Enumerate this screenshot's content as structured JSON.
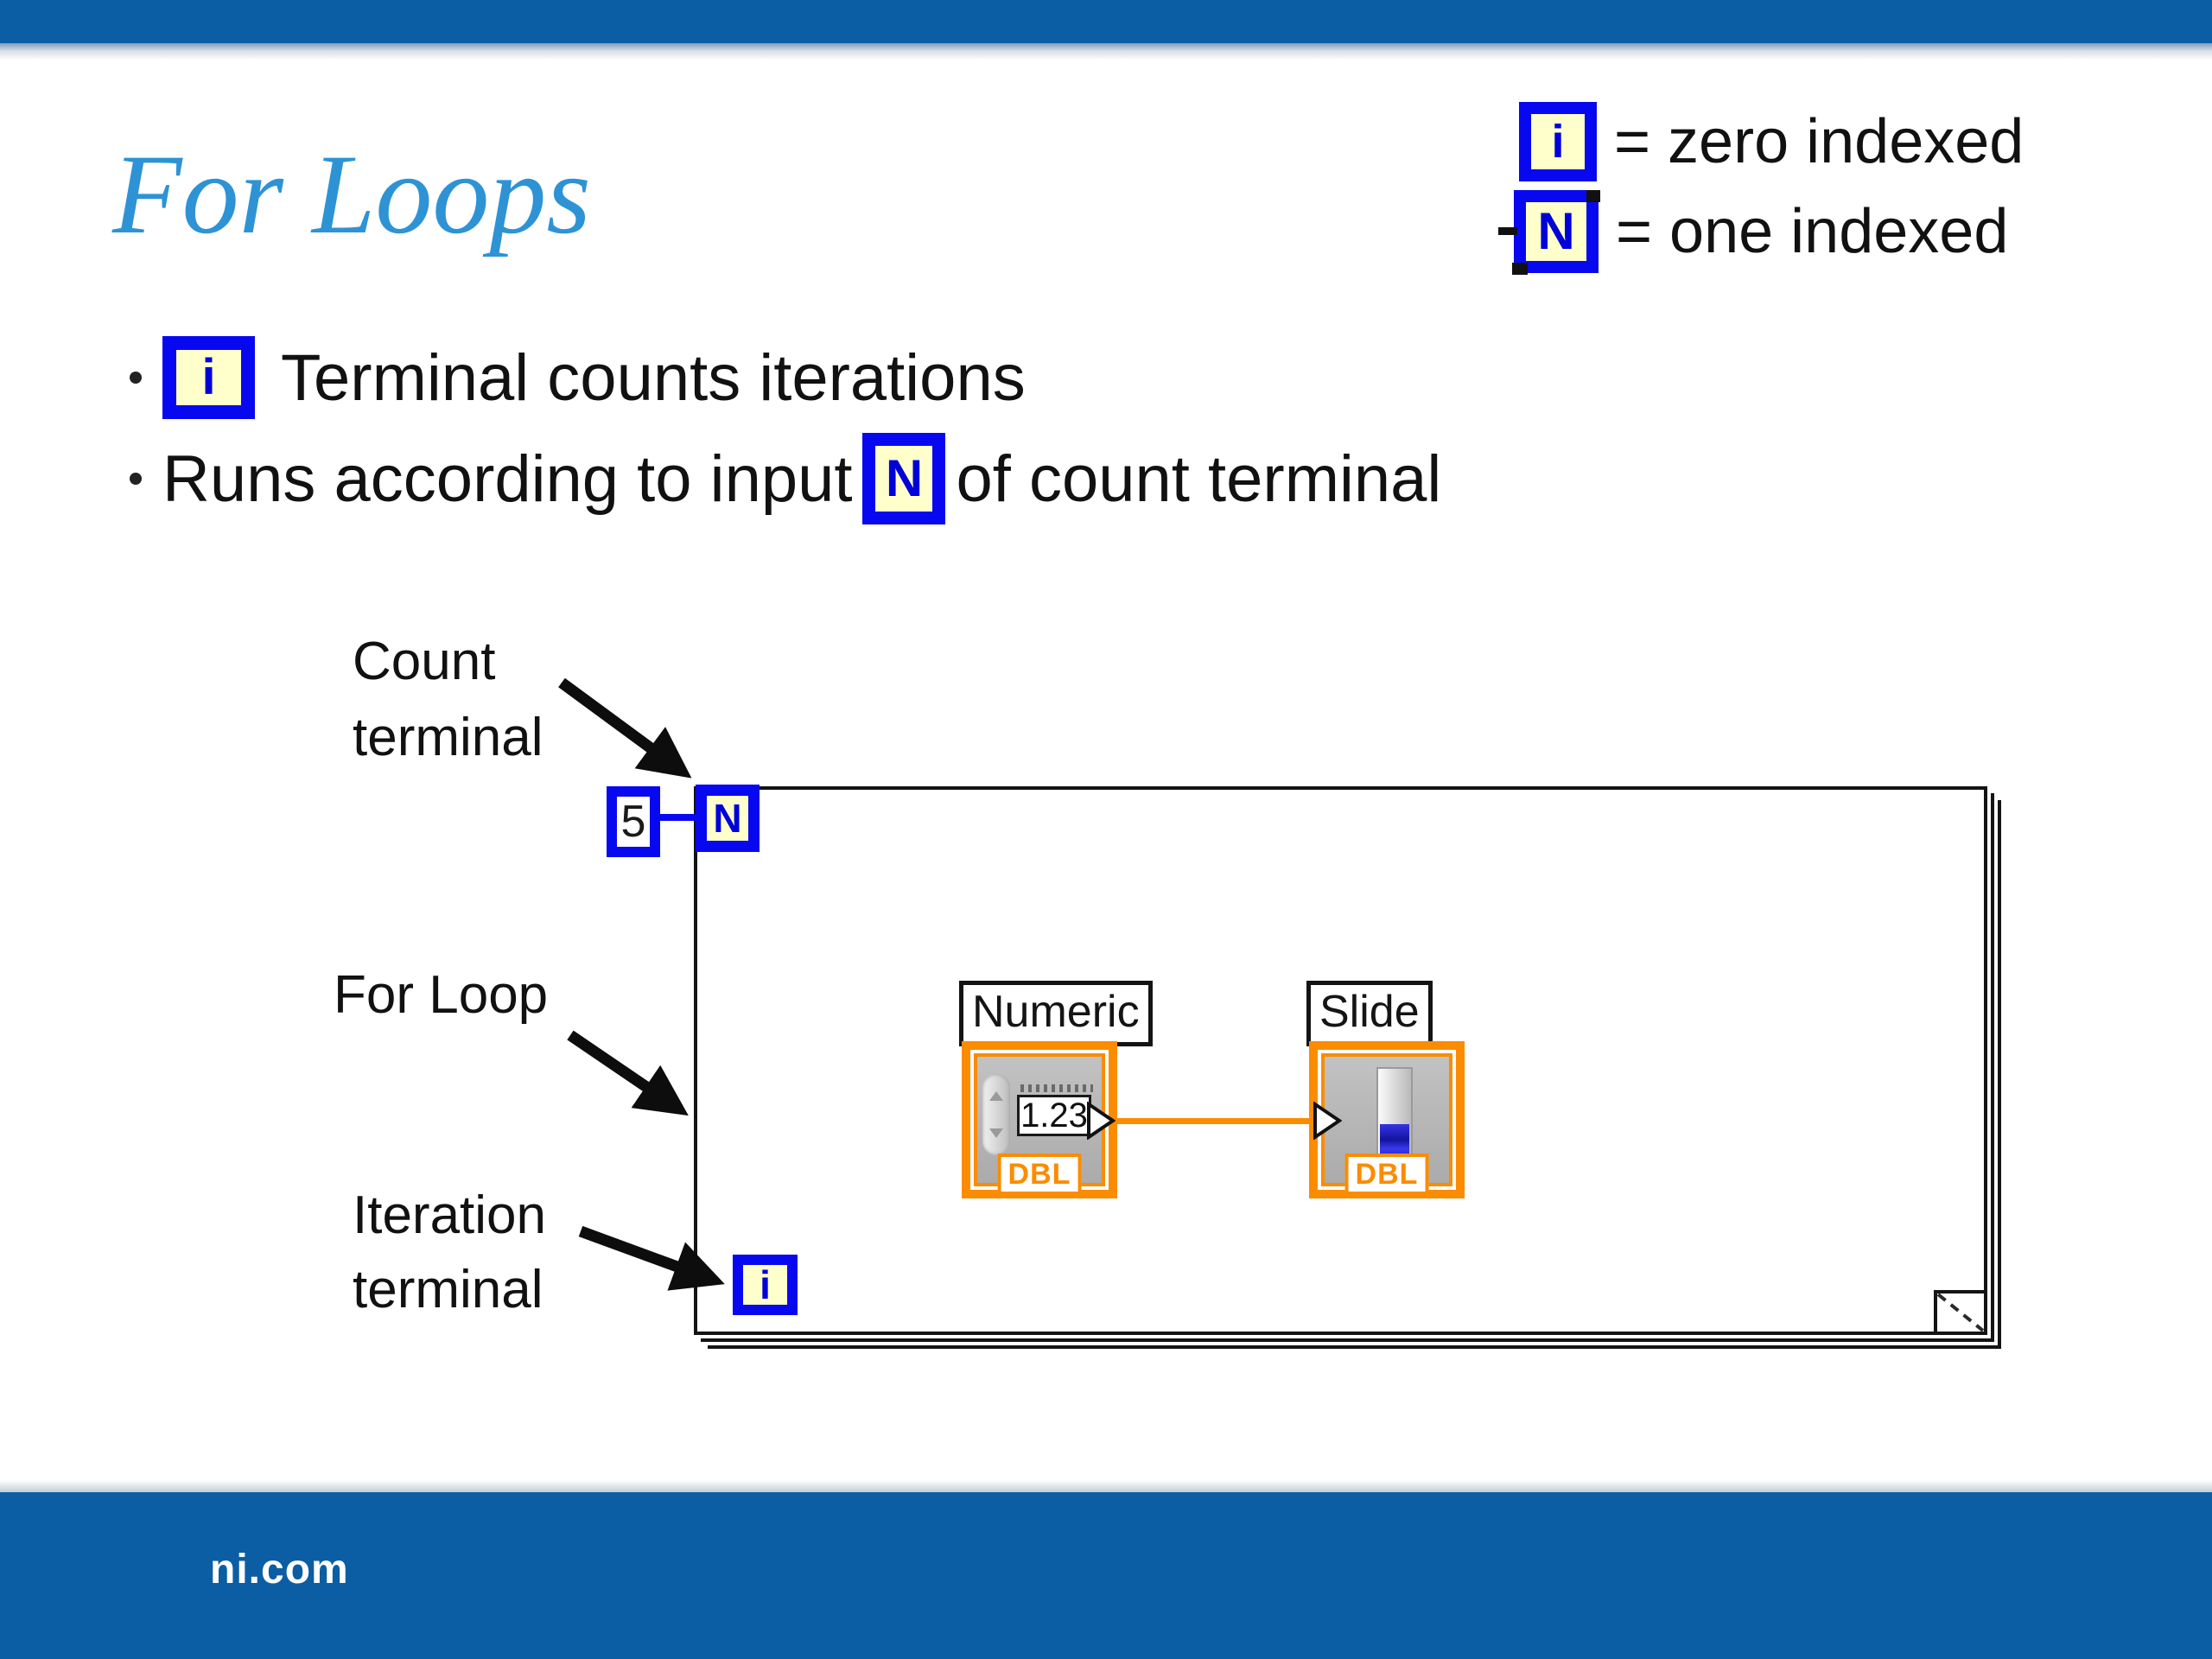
{
  "slide": {
    "title": "For Loops",
    "footer_brand": "ni.com"
  },
  "legend": [
    {
      "icon": "i",
      "text": "= zero indexed"
    },
    {
      "icon": "N",
      "text": "= one indexed"
    }
  ],
  "bullets": {
    "item1": {
      "icon": "i",
      "text": "Terminal counts iterations"
    },
    "item2": {
      "pre": "Runs according to input",
      "icon": "N",
      "post": "of count terminal"
    }
  },
  "diagram": {
    "count_label": [
      "Count",
      "terminal"
    ],
    "for_loop_label": "For Loop",
    "iteration_label": [
      "Iteration",
      "terminal"
    ],
    "count_constant": "5",
    "count_terminal_glyph": "N",
    "iteration_terminal_glyph": "i",
    "numeric_node": {
      "label": "Numeric",
      "value": "1.23",
      "datatype": "DBL"
    },
    "slide_node": {
      "label": "Slide",
      "datatype": "DBL"
    }
  },
  "colors": {
    "bar_blue": "#0B5EA4",
    "title_blue": "#2E93D5",
    "terminal_border_blue": "#0808F0",
    "terminal_fill_cream": "#FFFFCC",
    "node_orange": "#FB8C00",
    "loop_border": "#141414"
  }
}
